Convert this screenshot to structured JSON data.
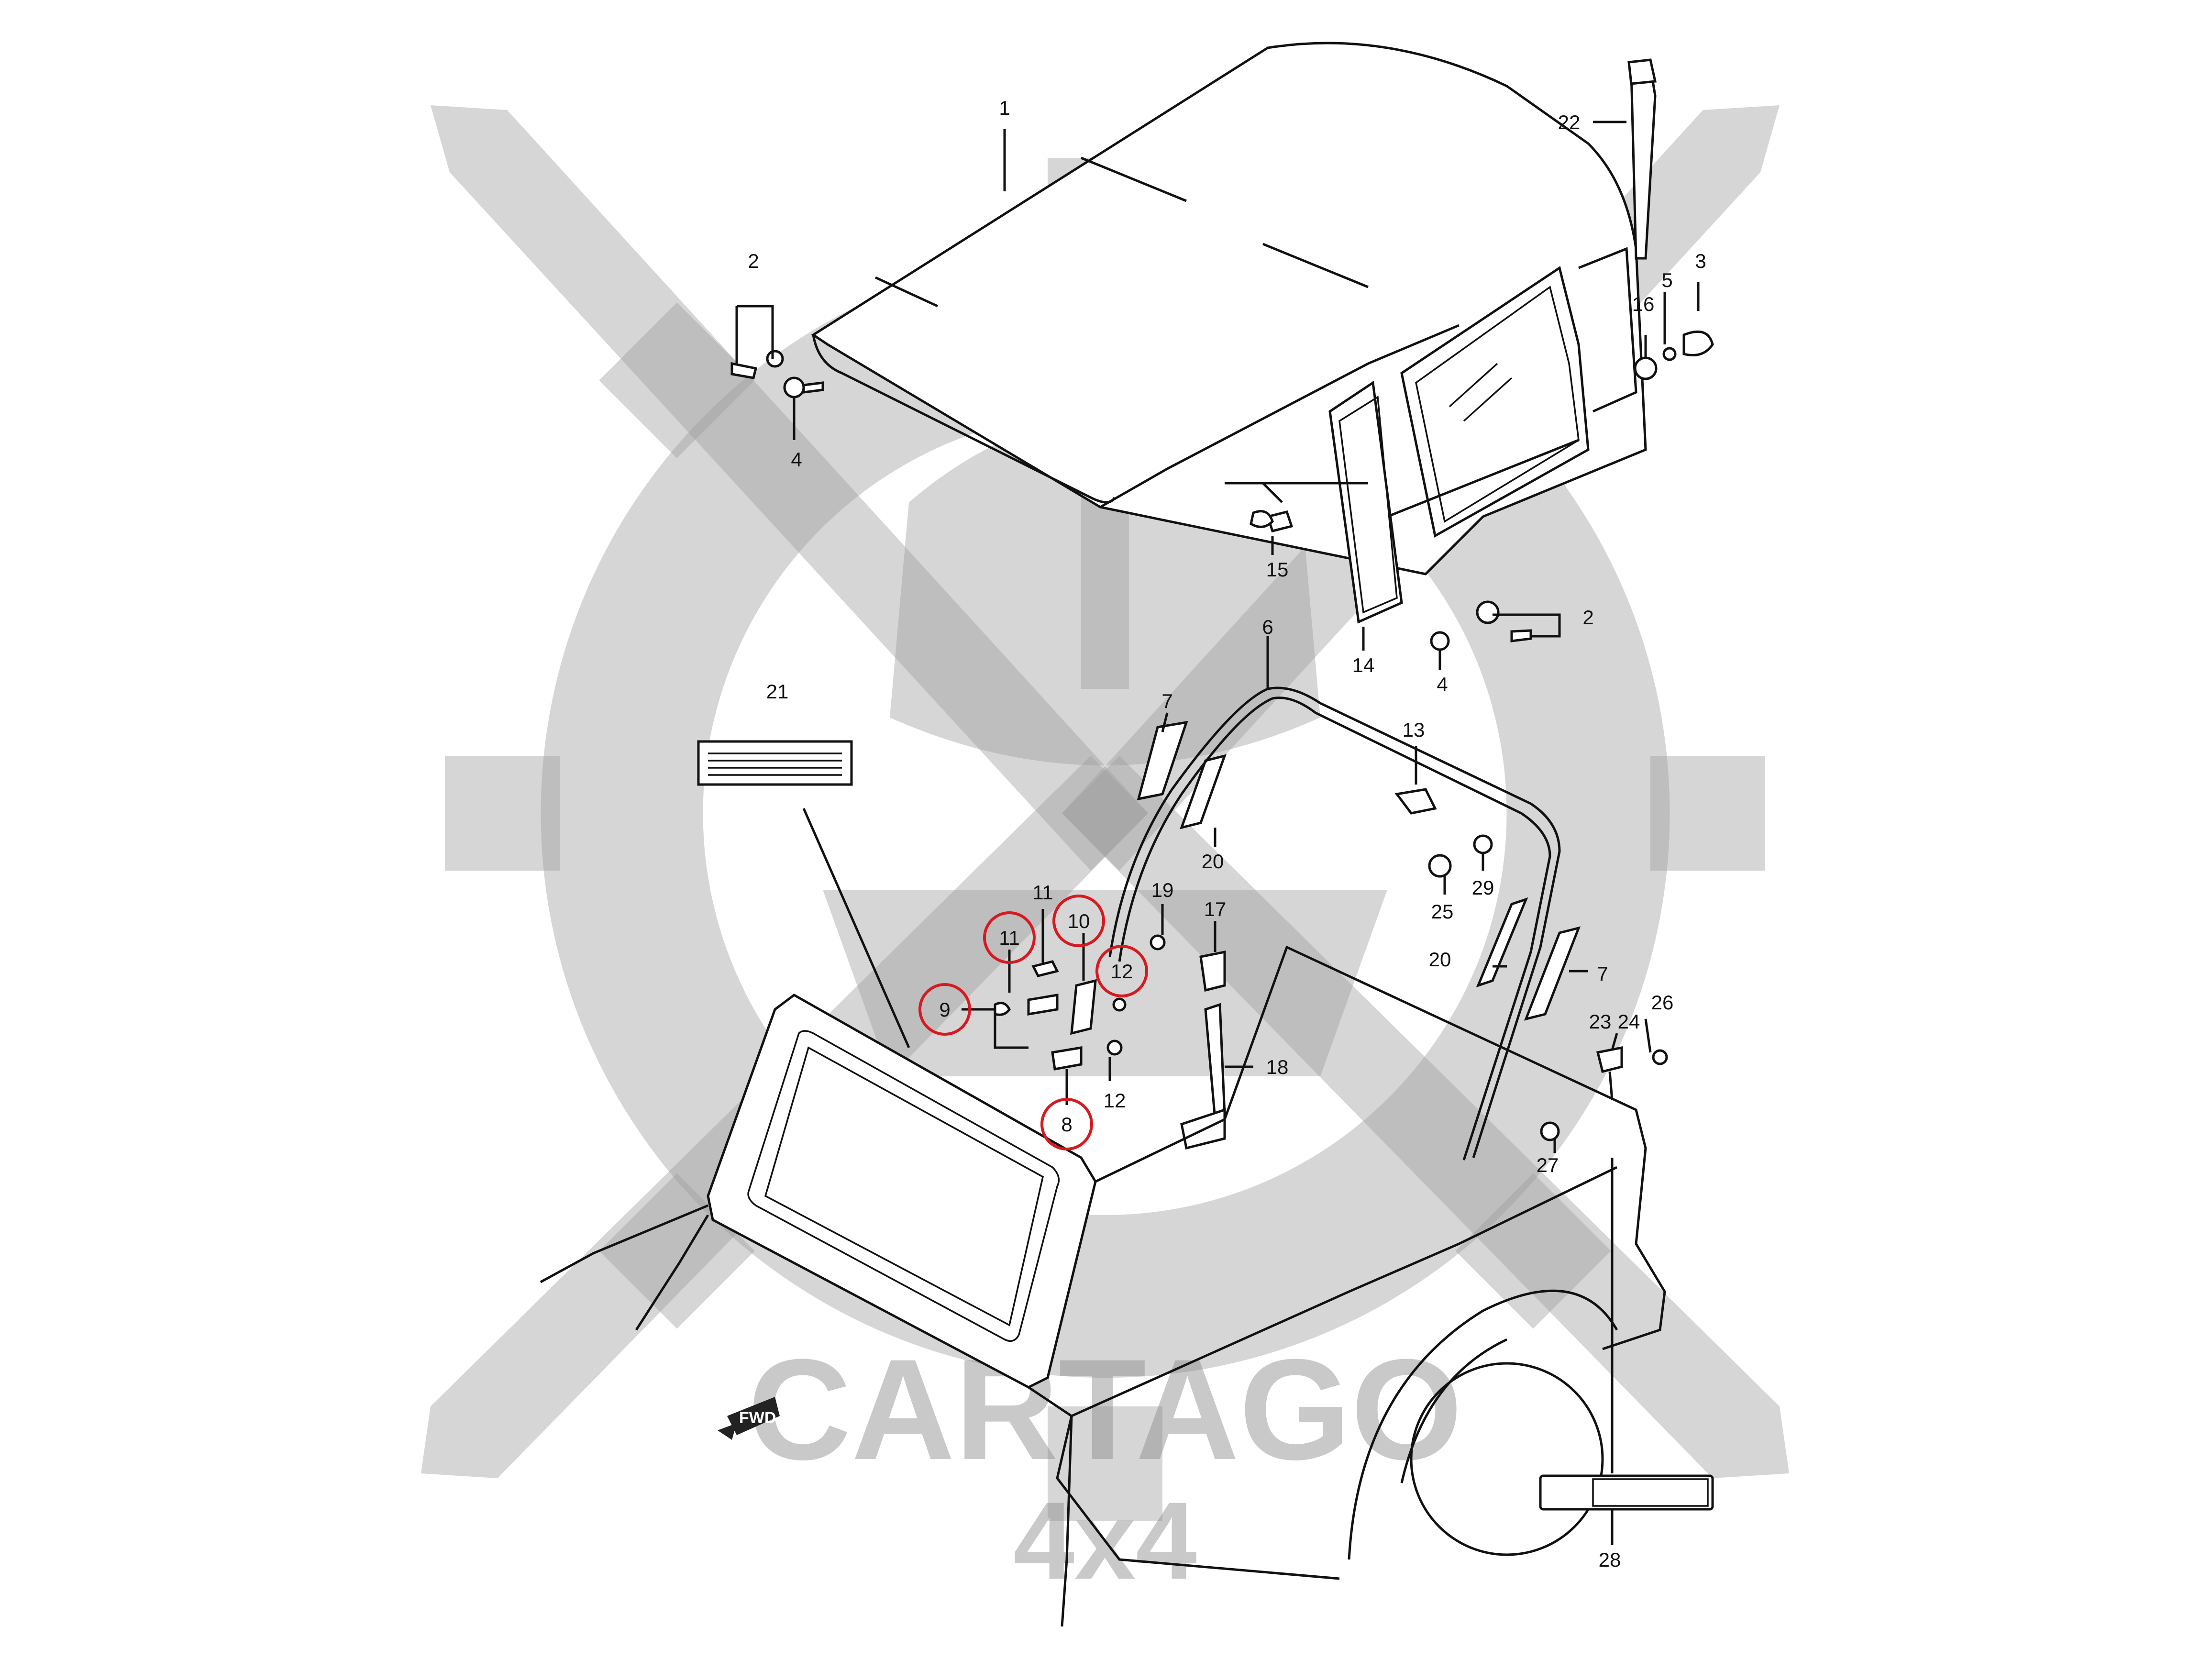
{
  "watermark": {
    "brand": "CARTAGO",
    "sub": "4x4"
  },
  "fwd_label": "FWD",
  "callouts": {
    "c1": "1",
    "c2a": "2",
    "c2b": "2",
    "c3": "3",
    "c4a": "4",
    "c4b": "4",
    "c5": "5",
    "c6": "6",
    "c7a": "7",
    "c7b": "7",
    "c8": "8",
    "c9": "9",
    "c10": "10",
    "c11a": "11",
    "c11b": "11",
    "c12a": "12",
    "c12b": "12",
    "c13": "13",
    "c14": "14",
    "c15": "15",
    "c16": "16",
    "c17": "17",
    "c18": "18",
    "c19": "19",
    "c20a": "20",
    "c20b": "20",
    "c21": "21",
    "c22": "22",
    "c23": "23",
    "c24": "24",
    "c25": "25",
    "c26": "26",
    "c27": "27",
    "c28": "28",
    "c29": "29"
  },
  "highlight_color": "#d71920",
  "watermark_color": "#9e9e9e"
}
